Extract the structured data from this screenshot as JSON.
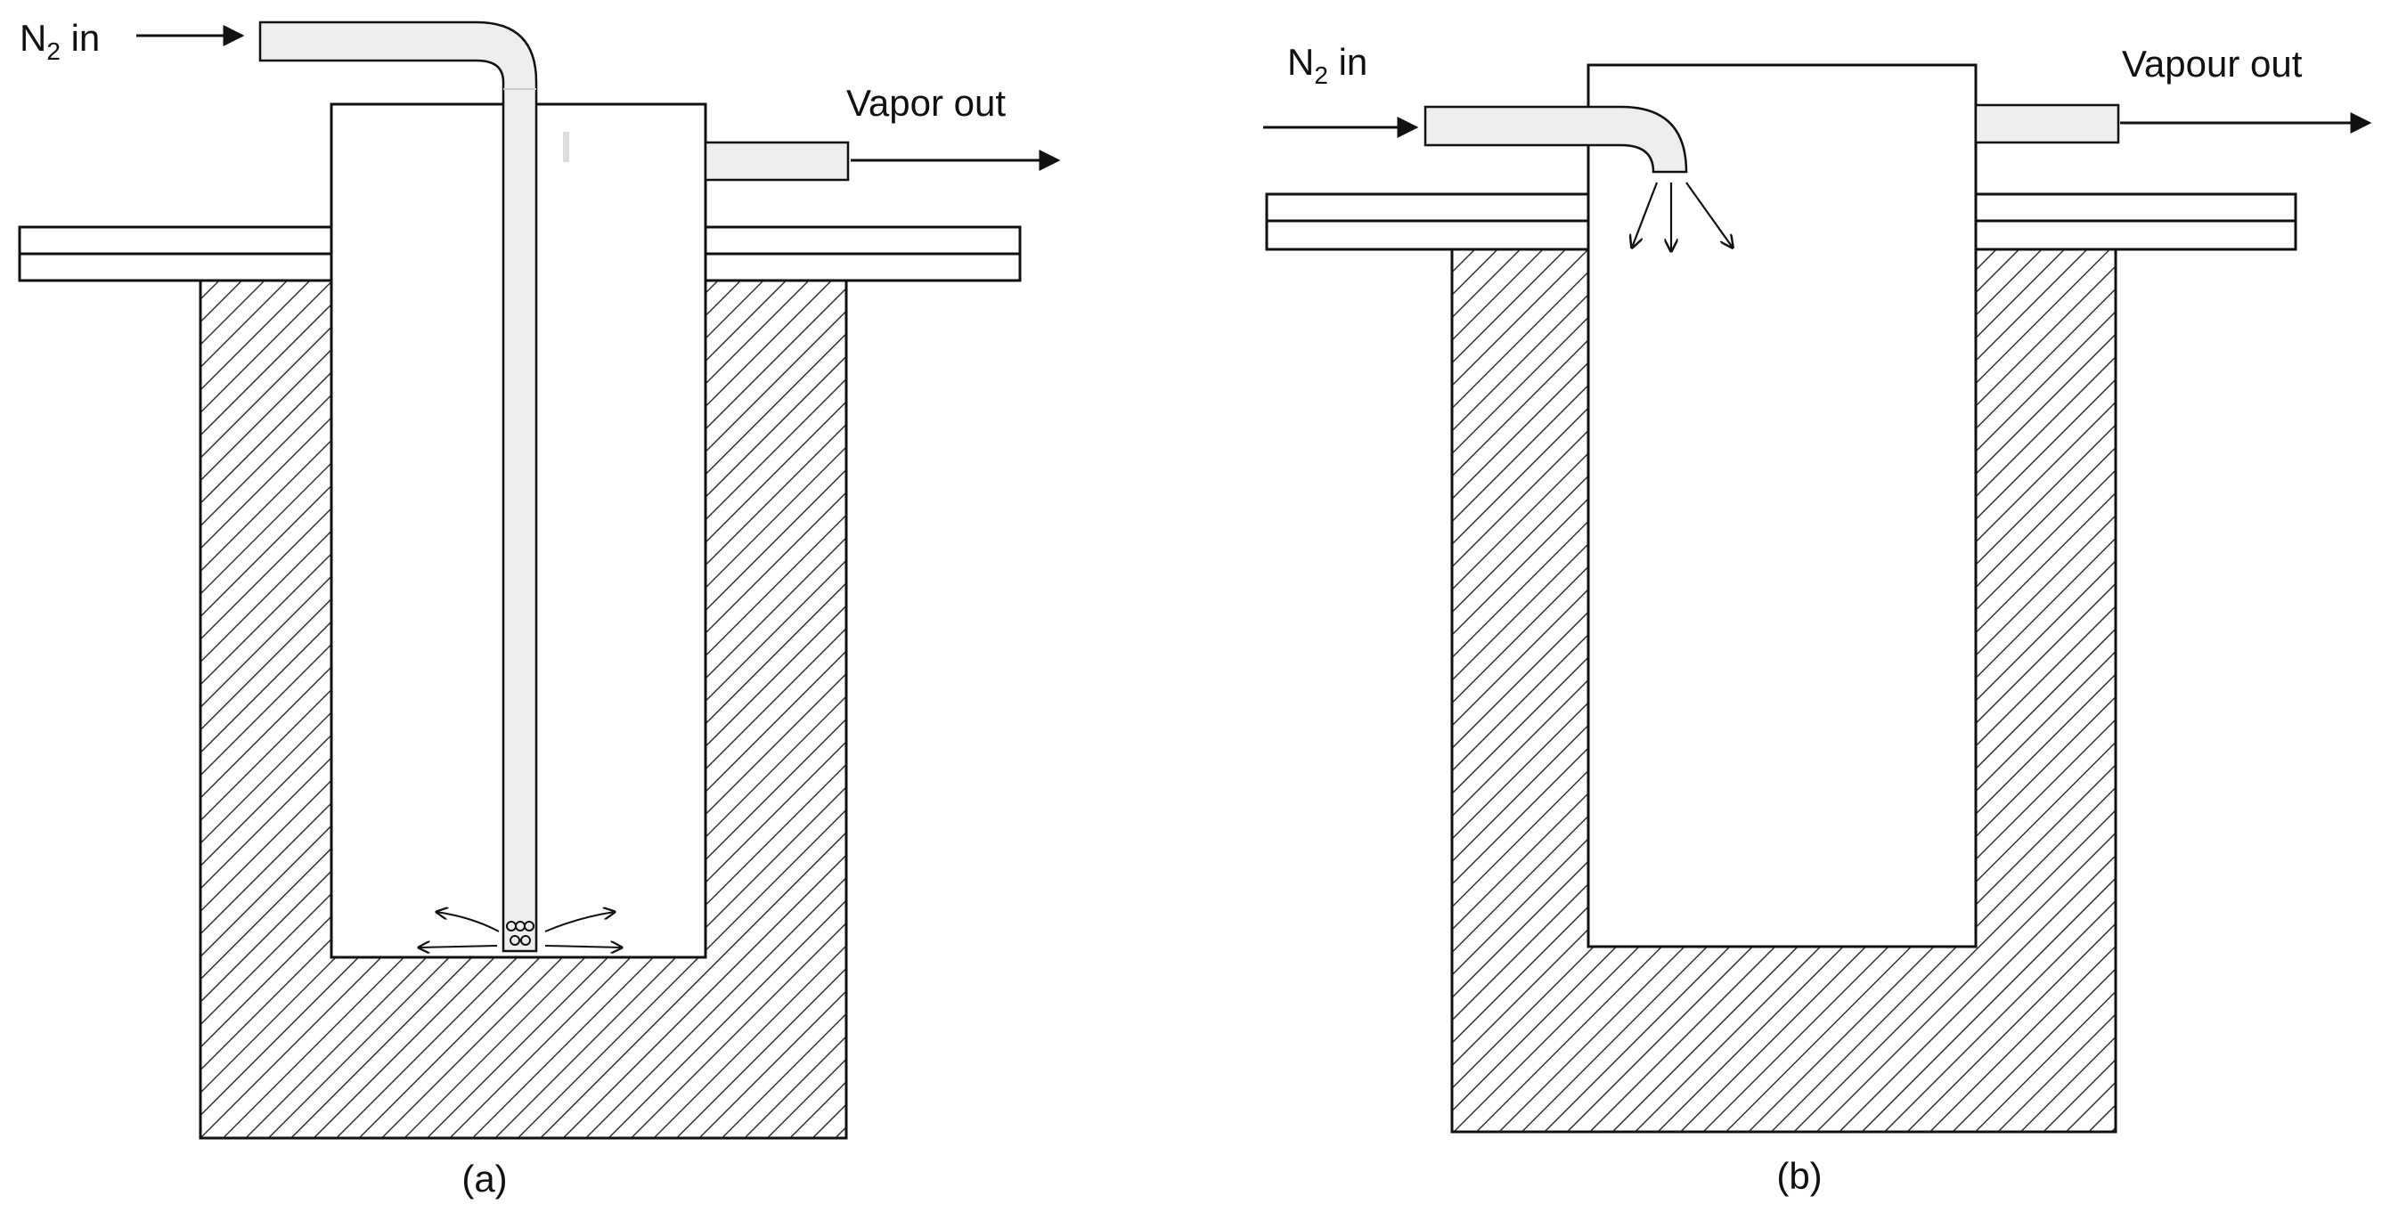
{
  "panels": [
    {
      "inlet_label_main": "N",
      "inlet_label_sub": "2",
      "inlet_label_tail": " in",
      "outlet_label": "Vapor out",
      "caption": "(a)"
    },
    {
      "inlet_label_main": "N",
      "inlet_label_sub": "2",
      "inlet_label_tail": " in",
      "outlet_label": "Vapour out",
      "caption": "(b)"
    }
  ],
  "colors": {
    "line": "#111111",
    "tube_fill": "#eeeeee",
    "hatch": "#333333",
    "background": "#ffffff"
  }
}
